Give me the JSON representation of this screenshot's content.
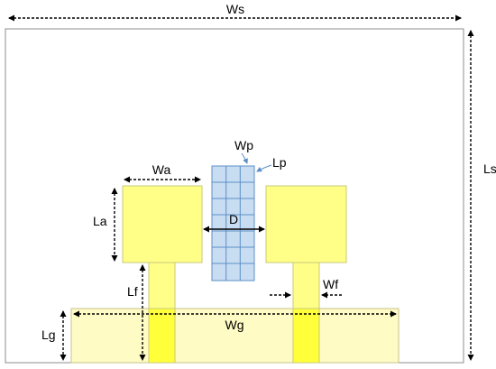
{
  "labels": {
    "ws": "Ws",
    "ls": "Ls",
    "wp": "Wp",
    "lp": "Lp",
    "wa": "Wa",
    "la": "La",
    "d": "D",
    "lf": "Lf",
    "wf": "Wf",
    "wg": "Wg",
    "lg": "Lg"
  },
  "colors": {
    "substrate_border": "#8c8c8c",
    "patch_fill": "#ffff88",
    "patch_border": "#c9c97a",
    "ground_fill": "#fffbc4",
    "ground_border": "#c9c28a",
    "feed_overlap": "#ffff3a",
    "metasurface_fill": "#c9ddf2",
    "metasurface_border": "#5b8fc6",
    "dimension_line": "#000000",
    "pointer_line": "#5b8fc6"
  }
}
